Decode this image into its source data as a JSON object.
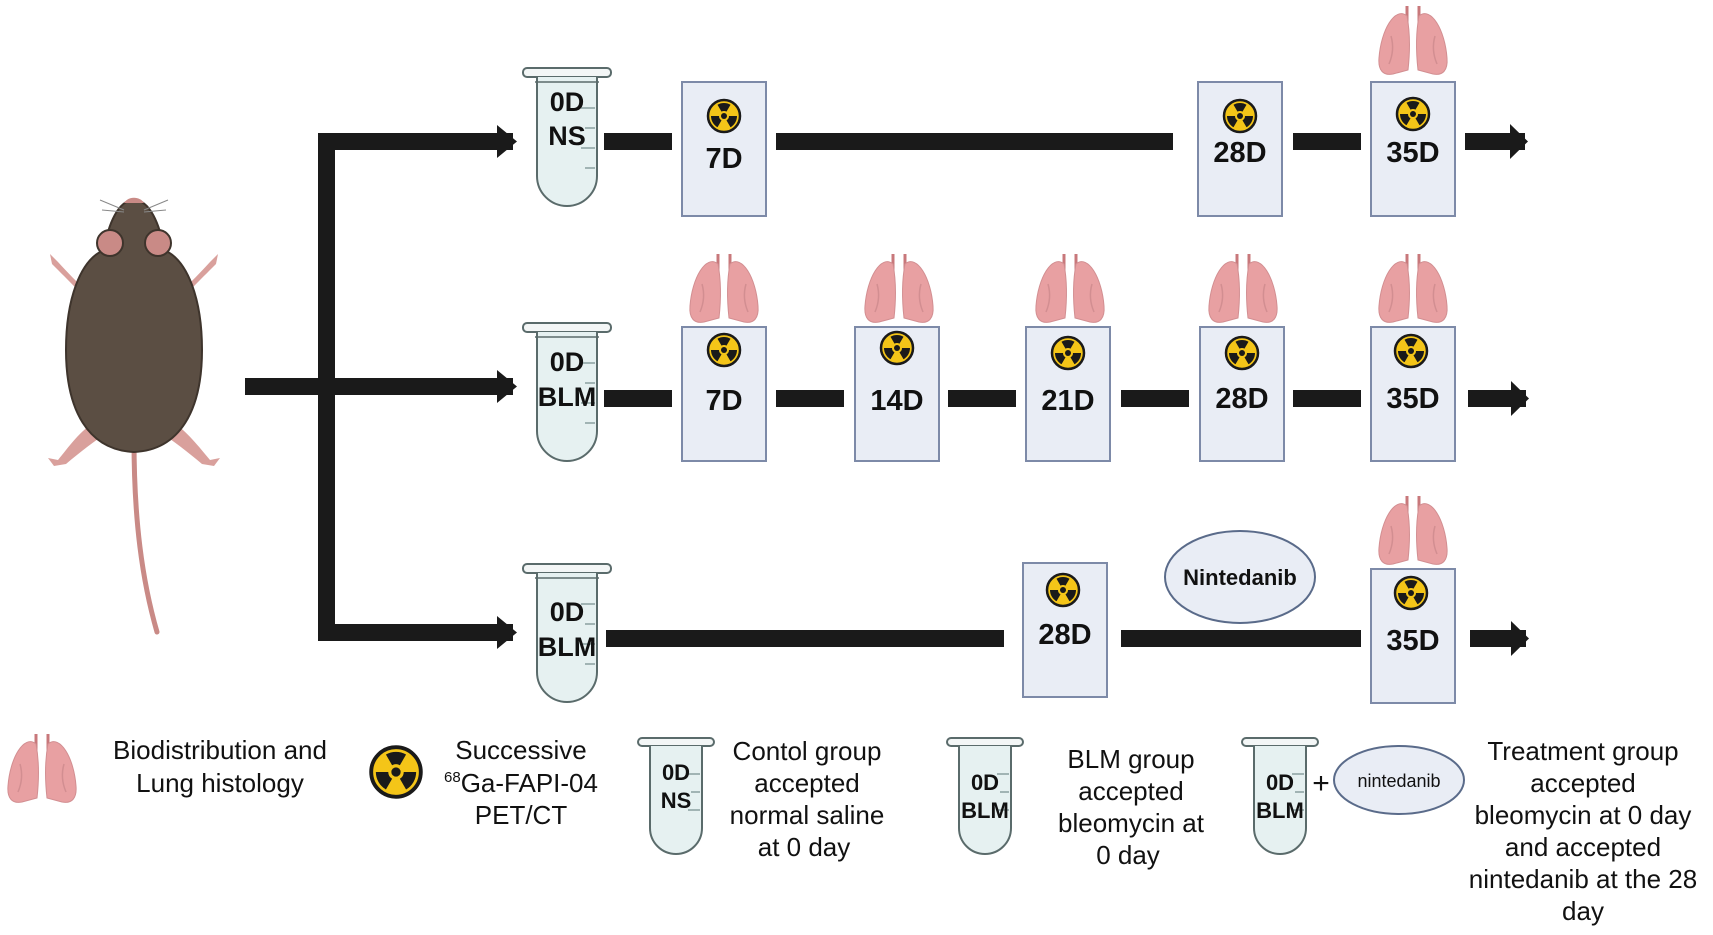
{
  "colors": {
    "bar": "#1a1a1a",
    "box_fill": "#e9edf5",
    "box_stroke": "#7d8aa8",
    "lung": "#e8a0a2",
    "lung_dark": "#c8787b",
    "radiation_yellow": "#f4c518",
    "tube_fill": "#e6f1f1",
    "mouse": "#5b4e43"
  },
  "subject": {
    "icon": "mouse-icon"
  },
  "groups": {
    "ns": {
      "tube": {
        "line1": "0D",
        "line2": "NS"
      },
      "timepoints": [
        "7D",
        "28D",
        "35D"
      ]
    },
    "blm": {
      "tube": {
        "line1": "0D",
        "line2": "BLM"
      },
      "timepoints": [
        "7D",
        "14D",
        "21D",
        "28D",
        "35D"
      ]
    },
    "treatment": {
      "tube": {
        "line1": "0D",
        "line2": "BLM"
      },
      "timepoints": [
        "28D",
        "35D"
      ],
      "drug": "Nintedanib"
    }
  },
  "legend": {
    "lung": {
      "icon": "lung-icon",
      "lines": [
        "Biodistribution and",
        "Lung histology"
      ]
    },
    "pet": {
      "icon": "radiation-icon",
      "line1": "Successive",
      "isotope": "68",
      "line2": "Ga-FAPI-04",
      "line3": "PET/CT"
    },
    "control": {
      "tube_line1": "0D",
      "tube_line2": "NS",
      "lines": [
        "Contol group",
        "accepted",
        "normal saline",
        "at 0 day"
      ]
    },
    "blm": {
      "tube_line1": "0D",
      "tube_line2": "BLM",
      "lines": [
        "BLM group",
        "accepted",
        "bleomycin at",
        "0 day"
      ]
    },
    "treatment": {
      "tube_line1": "0D",
      "tube_line2": "BLM",
      "plus": "+",
      "drug": "nintedanib",
      "lines": [
        "Treatment group",
        "accepted",
        "bleomycin at 0 day",
        "and accepted",
        "nintedanib at the 28",
        "day"
      ]
    }
  }
}
